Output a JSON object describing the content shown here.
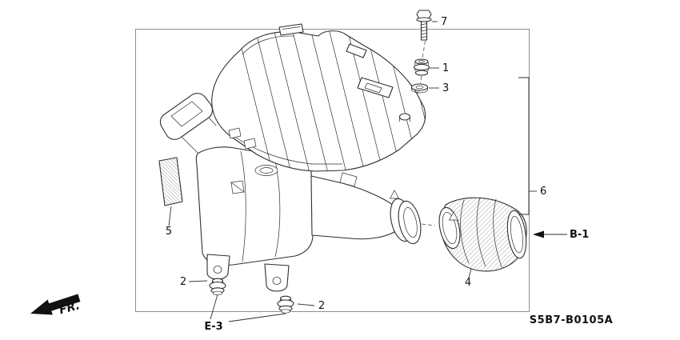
{
  "callouts": {
    "c1": "1",
    "c2": "2",
    "c3": "3",
    "c4": "4",
    "c5": "5",
    "c6": "6",
    "c7": "7"
  },
  "refs": {
    "b1": "B-1",
    "e3": "E-3"
  },
  "direction": {
    "fr": "FR."
  },
  "part_code": "S5B7-B0105A"
}
